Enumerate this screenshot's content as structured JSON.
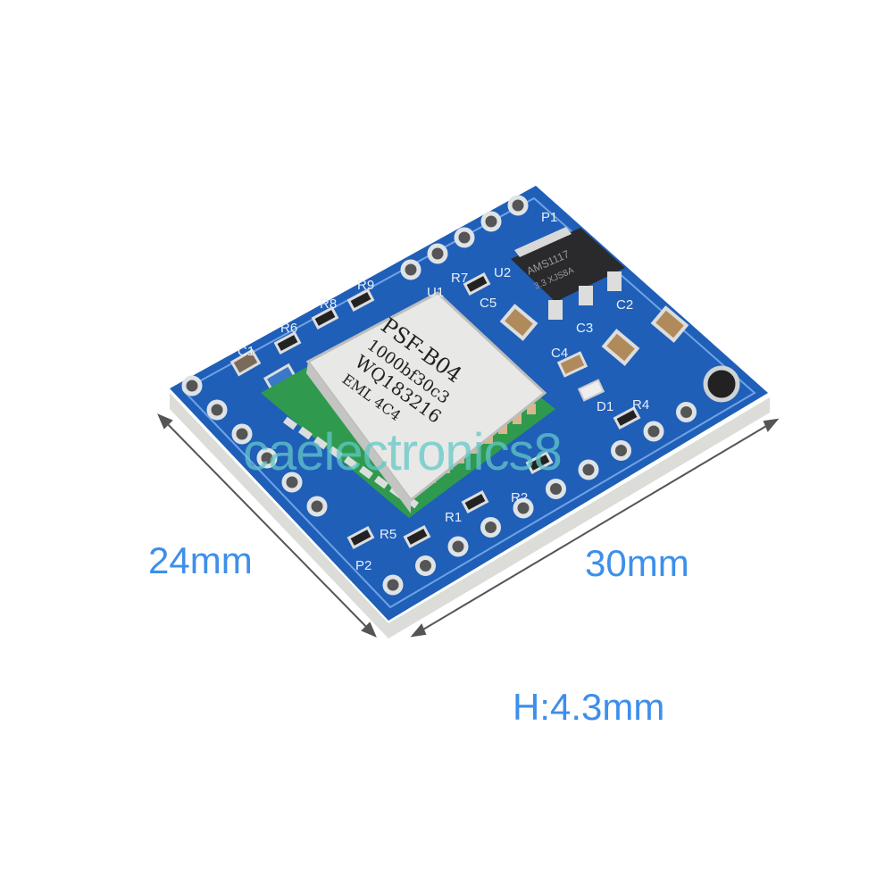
{
  "dimensions": {
    "width_label": "24mm",
    "length_label": "30mm",
    "height_label": "H:4.3mm"
  },
  "watermark": "caelectronics8",
  "module": {
    "lines": [
      "PSF-B04",
      "1000bf30c3",
      "WQ183216",
      "EML 4C4"
    ]
  },
  "regulator": {
    "line1": "AMS1117",
    "line2": "3.3 XJS8A"
  },
  "silkscreen": {
    "p1": "P1",
    "p2": "P2",
    "u1": "U1",
    "u2": "U2",
    "c1": "C1",
    "c2": "C2",
    "c3": "C3",
    "c4": "C4",
    "c5": "C5",
    "r1": "R1",
    "r2": "R2",
    "r4": "R4",
    "r5": "R5",
    "r6": "R6",
    "r7": "R7",
    "r8": "R8",
    "r9": "R9",
    "d1": "D1"
  },
  "colors": {
    "pcb": "#1f5fb8",
    "dimension_text": "#3d8fea",
    "watermark": "#63c8c8",
    "shield": "#e8e8e6",
    "module_pcb": "#2f9a4e"
  },
  "pins": {
    "left_row": 6,
    "top_row": 5,
    "bottom_row": 10
  }
}
